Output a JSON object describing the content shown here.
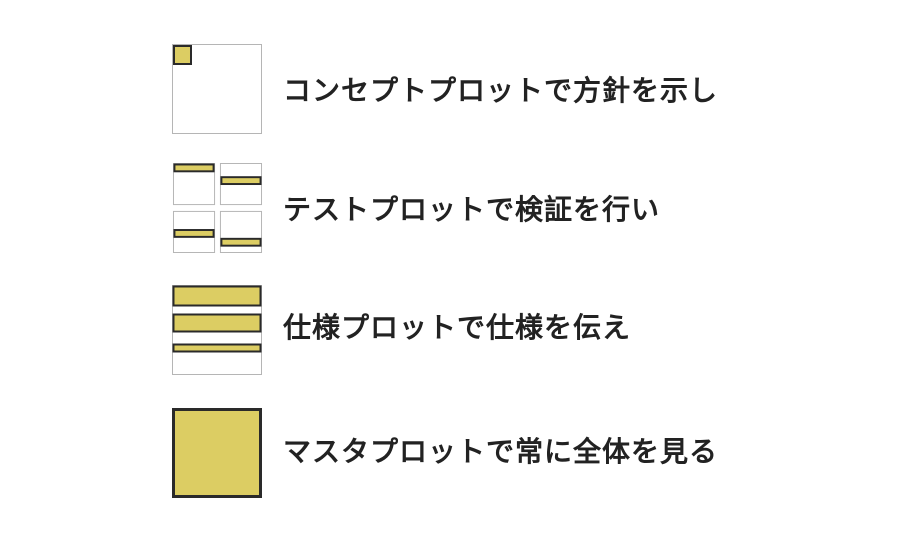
{
  "colors": {
    "fill": "#dccd63",
    "stroke": "#2a2a2a",
    "outline": "#b5b5b5",
    "text": "#222222"
  },
  "items": [
    {
      "icon": "concept-plot-icon",
      "label": "コンセプトプロットで方針を示し"
    },
    {
      "icon": "test-plot-icon",
      "label": "テストプロットで検証を行い"
    },
    {
      "icon": "spec-plot-icon",
      "label": "仕様プロットで仕様を伝え"
    },
    {
      "icon": "master-plot-icon",
      "label": "マスタプロットで常に全体を見る"
    }
  ]
}
